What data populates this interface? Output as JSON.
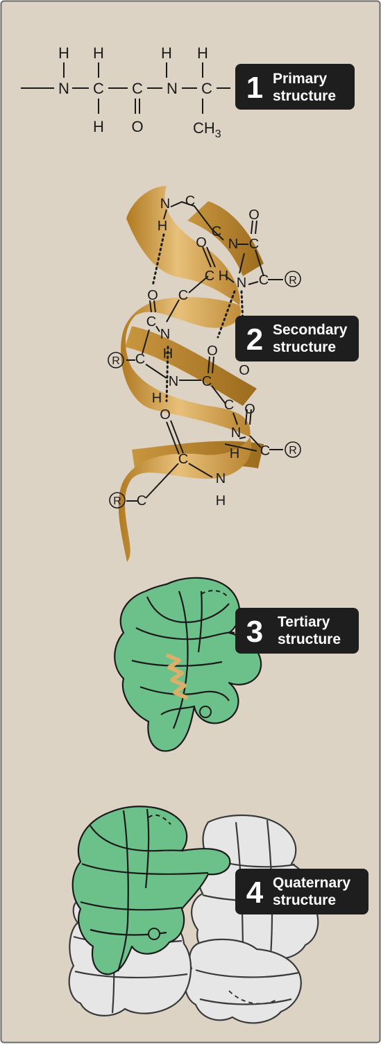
{
  "colors": {
    "background": "#ddd3c4",
    "border": "#6a6a6a",
    "badge": "#1e1e1e",
    "helix_ribbon": "#d2a24a",
    "protein_green": "#6cc08a",
    "protein_white": "#e6e6e6"
  },
  "levels": [
    {
      "number": "1",
      "line1": "Primary",
      "line2": "structure"
    },
    {
      "number": "2",
      "line1": "Secondary",
      "line2": "structure"
    },
    {
      "number": "3",
      "line1": "Tertiary",
      "line2": "structure"
    },
    {
      "number": "4",
      "line1": "Quaternary",
      "line2": "structure"
    }
  ],
  "atoms": {
    "H": "H",
    "N": "N",
    "C": "C",
    "O": "O",
    "CH3": "CH",
    "sub3": "3",
    "R": "R"
  }
}
